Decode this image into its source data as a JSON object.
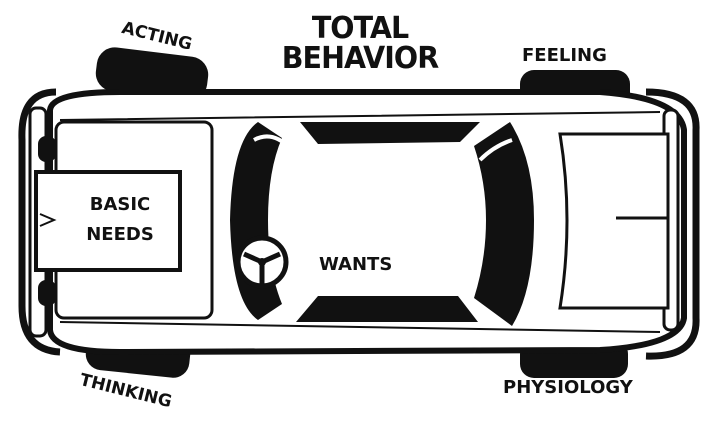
{
  "diagram": {
    "title_line1": "TOTAL",
    "title_line2": "BEHAVIOR",
    "labels": {
      "acting": "ACTING",
      "feeling": "FEELING",
      "thinking": "THINKING",
      "physiology": "PHYSIOLOGY",
      "basic_needs_line1": "BASIC",
      "basic_needs_line2": "NEEDS",
      "wants": "WANTS"
    }
  },
  "colors": {
    "ink": "#111111",
    "paper": "#ffffff"
  }
}
